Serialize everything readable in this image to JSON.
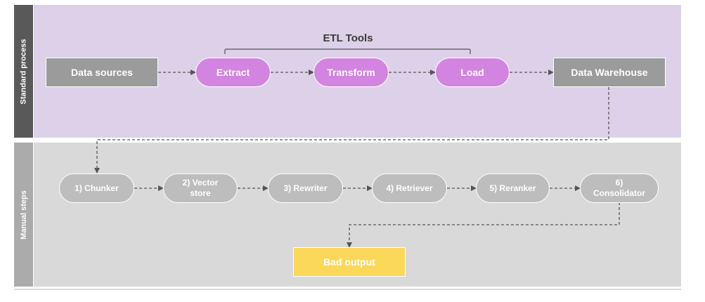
{
  "lanes": {
    "standard": {
      "label": "Standard process",
      "label_bg": "#595959",
      "bg": "#dcd1e9"
    },
    "manual": {
      "label": "Manual steps",
      "label_bg": "#ababab",
      "bg": "#d9d9d9"
    }
  },
  "groups": {
    "etl": {
      "label": "ETL Tools"
    }
  },
  "nodes": {
    "data_sources": "Data sources",
    "extract": "Extract",
    "transform": "Transform",
    "load": "Load",
    "warehouse": "Data Warehouse",
    "chunker": "1) Chunker",
    "vector_store": "2) Vector\nstore",
    "rewriter": "3) Rewriter",
    "retriever": "4) Retriever",
    "reranker": "5) Reranker",
    "consolidator": "6)\nConsolidator",
    "bad_output": "Bad output"
  },
  "edges": [
    [
      "data_sources",
      "extract"
    ],
    [
      "extract",
      "transform"
    ],
    [
      "transform",
      "load"
    ],
    [
      "load",
      "warehouse"
    ],
    [
      "warehouse",
      "chunker"
    ],
    [
      "chunker",
      "vector_store"
    ],
    [
      "vector_store",
      "rewriter"
    ],
    [
      "rewriter",
      "retriever"
    ],
    [
      "retriever",
      "reranker"
    ],
    [
      "reranker",
      "consolidator"
    ],
    [
      "consolidator",
      "bad_output"
    ]
  ],
  "colors": {
    "node_dark": "#9b9b9b",
    "node_pink": "#d284e0",
    "node_gray": "#bdbdbd",
    "node_yellow": "#fbd75a",
    "connector": "#555555"
  }
}
